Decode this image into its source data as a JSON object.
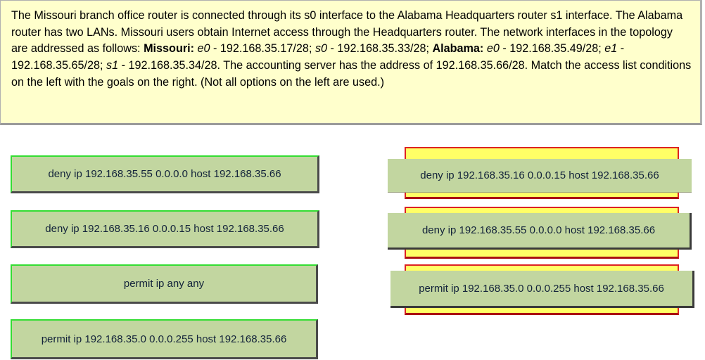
{
  "question": {
    "p1": "The Missouri branch office router is connected through its s0 interface to the Alabama Headquarters router s1 interface. The Alabama router has two LANs. Missouri users obtain Internet access through the Headquarters router. The network interfaces in the topology are addressed as follows: ",
    "missouri_label": "Missouri:",
    "m_e0_if": "e0",
    "m_e0_addr": " - 192.168.35.17/28; ",
    "m_s0_if": "s0",
    "m_s0_addr": " - 192.168.35.33/28; ",
    "alabama_label": "Alabama:",
    "a_e0_if": "e0",
    "a_e0_addr": " - 192.168.35.49/28; ",
    "a_e1_if": "e1",
    "a_e1_addr": " - 192.168.35.65/28; ",
    "a_s1_if": "s1",
    "a_s1_addr": " - 192.168.35.34/28.  The accounting server has the address of 192.168.35.66/28.  Match the access list conditions  on the left with the goals on the right. (Not all options on the left are used.)"
  },
  "source_options": [
    "deny ip 192.168.35.55 0.0.0.0 host 192.168.35.66",
    "deny ip 192.168.35.16 0.0.0.15 host 192.168.35.66",
    "permit ip any any",
    "permit ip 192.168.35.0 0.0.0.255 host 192.168.35.66"
  ],
  "placed_options": [
    "deny ip 192.168.35.16 0.0.0.15 host 192.168.35.66",
    "deny ip 192.168.35.55 0.0.0.0 host 192.168.35.66",
    "permit ip 192.168.35.0 0.0.0.255 host 192.168.35.66"
  ],
  "colors": {
    "question_bg": "#ffffcc",
    "option_bg": "#c2d6a0",
    "option_border": "#33dd33",
    "target_bg": "#ffff66",
    "target_border": "#dd2222"
  }
}
